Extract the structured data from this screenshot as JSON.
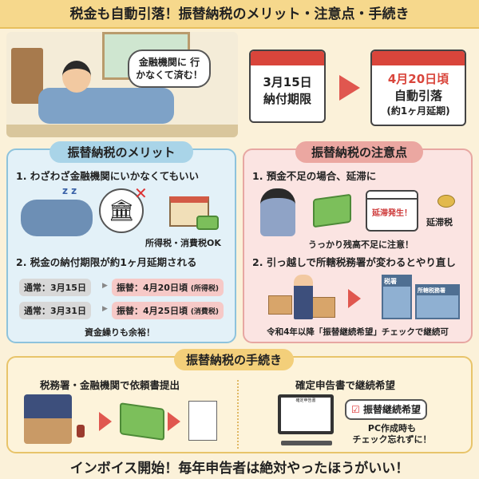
{
  "title": "税金も自動引落！振替納税のメリット・注意点・手続き",
  "hero": {
    "speech": "金融機関に 行かなくて済む！",
    "cal_normal": {
      "date": "3月15日",
      "label": "納付期限"
    },
    "cal_transfer": {
      "date": "4月20日頃",
      "label": "自動引落",
      "note": "(約1ヶ月延期)"
    }
  },
  "merits": {
    "title": "振替納税のメリット",
    "item1": "1. わざわざ金融機関にいかなくてもいい",
    "zzz": "z z",
    "ok_note": "所得税・消費税OK",
    "item2": "2. 税金の納付期限が約1ヶ月延期される",
    "rows": [
      {
        "normal": "通常：3月15日",
        "transfer": "振替：4月20日頃",
        "tax": "(所得税)"
      },
      {
        "normal": "通常：3月31日",
        "transfer": "振替：4月25日頃",
        "tax": "(消費税)"
      }
    ],
    "footer": "資金繰りも余裕！"
  },
  "cautions": {
    "title": "振替納税の注意点",
    "item1": "1. 預金不足の場合、延滞に",
    "cal_label": "延滞発生！",
    "penalty": "延滞税",
    "note1": "うっかり残高不足に注意！",
    "item2": "2. 引っ越しで所轄税務署が変わるとやり直し",
    "bldg1": "税署",
    "bldg2": "所轄税務署",
    "note2": "令和4年以降「振替継続希望」チェックで継続可"
  },
  "procedure": {
    "title": "振替納税の手続き",
    "left": "税務署・金融機関で依頼書提出",
    "right": "確定申告書で継続希望",
    "screen_title": "確定申告書",
    "checkbox_label": "振替継続希望",
    "pc_note_1": "PC作成時も",
    "pc_note_2": "チェック忘れずに！"
  },
  "footer": "インボイス開始！毎年申告者は絶対やったほうがいい！"
}
